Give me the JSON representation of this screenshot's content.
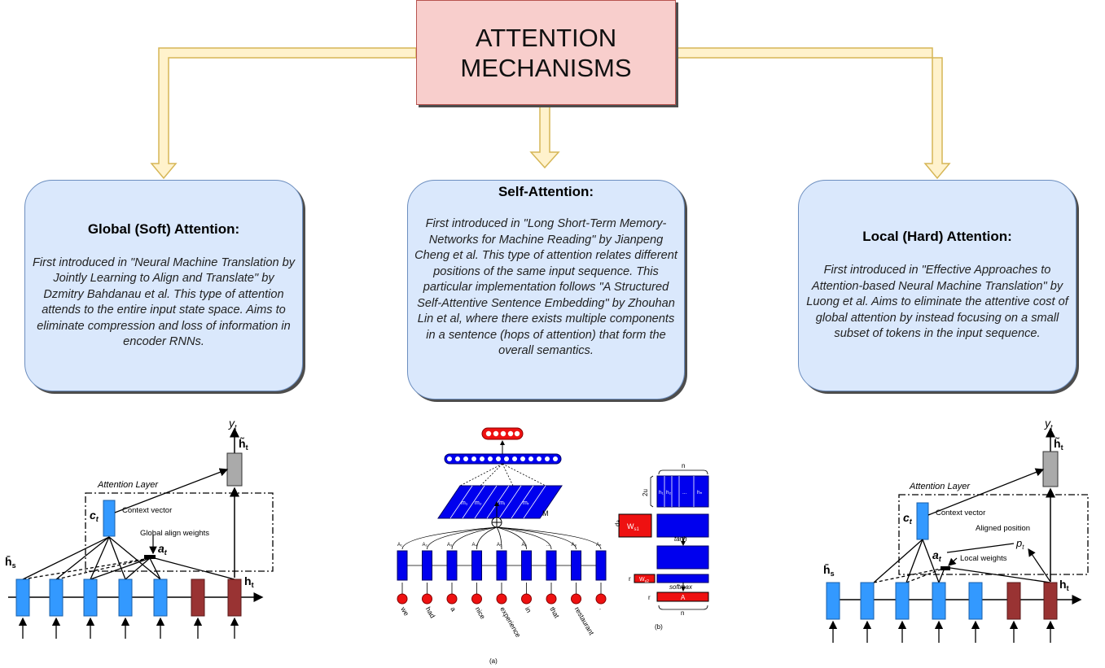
{
  "title": "ATTENTION MECHANISMS",
  "cards": [
    {
      "id": "global",
      "heading": "Global (Soft) Attention:",
      "body": "First introduced in \"Neural Machine Translation by Jointly Learning to Align and Translate\" by Dzmitry Bahdanau et al. This type of attention attends to the entire input state space. Aims to eliminate compression and loss of information in encoder RNNs."
    },
    {
      "id": "self",
      "heading": "Self-Attention:",
      "body": "First introduced in \"Long Short-Term Memory-Networks for Machine Reading\" by Jianpeng Cheng et al. This type of attention relates different positions of the same input sequence. This particular implementation follows \"A Structured Self-Attentive Sentence Embedding\" by Zhouhan Lin et al, where there exists multiple components in a sentence (hops of attention) that form the overall semantics."
    },
    {
      "id": "local",
      "heading": "Local (Hard) Attention:",
      "body": "First introduced in \"Effective Approaches to Attention-based Neural Machine Translation\" by Luong et al. Aims to eliminate the attentive cost of global attention by instead focusing on a small subset of tokens in the input sequence."
    }
  ],
  "figures": {
    "global": {
      "attention_layer": "Attention Layer",
      "context_vector": "Context vector",
      "global_align_weights": "Global align weights",
      "y": "y",
      "y_sub": "t",
      "h_tilde": "h̃",
      "h_tilde_sub": "t",
      "c": "c",
      "c_sub": "t",
      "a": "a",
      "a_sub": "t",
      "h_bar": "h̄",
      "h_bar_sub": "s",
      "h": "h",
      "h_sub": "t"
    },
    "self": {
      "M": "M",
      "tanh": "tanh",
      "softmax": "softmax",
      "ws2": "W",
      "ws2_sub": "s2",
      "ws1": "W",
      "ws1_sub": "s1",
      "A": "A",
      "n_top": "n",
      "n_bottom": "n",
      "twou": "2u",
      "da": "d",
      "da_sub": "a",
      "r1": "r",
      "r2": "r",
      "label_a": "(a)",
      "label_b": "(b)",
      "words": [
        "we",
        "had",
        "a",
        "nice",
        "experience",
        "in",
        "that",
        "restaurant",
        "."
      ],
      "m_labels": [
        "m₁",
        "m₂",
        "mᵢ",
        "mᵣ"
      ],
      "h_cells": [
        "h₁",
        "h₂",
        "...",
        "hₙ"
      ],
      "a_labels": [
        "A₁",
        "A₂",
        "A₃",
        "A₄",
        "A₅",
        "A₆",
        "...",
        "A₈",
        "Aₙ"
      ]
    },
    "local": {
      "attention_layer": "Attention Layer",
      "context_vector": "Context vector",
      "aligned_position": "Aligned position",
      "local_weights": "Local weights",
      "p": "p",
      "p_sub": "t",
      "y": "y",
      "y_sub": "t",
      "h_tilde": "h̃",
      "h_tilde_sub": "t",
      "c": "c",
      "c_sub": "t",
      "a": "a",
      "a_sub": "t",
      "h_bar": "h̄",
      "h_bar_sub": "s",
      "h": "h",
      "h_sub": "t"
    }
  },
  "colors": {
    "title_fill": "#f8cecc",
    "card_fill": "#dae8fc",
    "arrow_fill": "#fff2cc",
    "arrow_stroke": "#d6b656",
    "encoder_blue": "#3399ff",
    "decoder_red": "#993333",
    "self_blue": "#0000ee",
    "self_red": "#ee1111"
  }
}
